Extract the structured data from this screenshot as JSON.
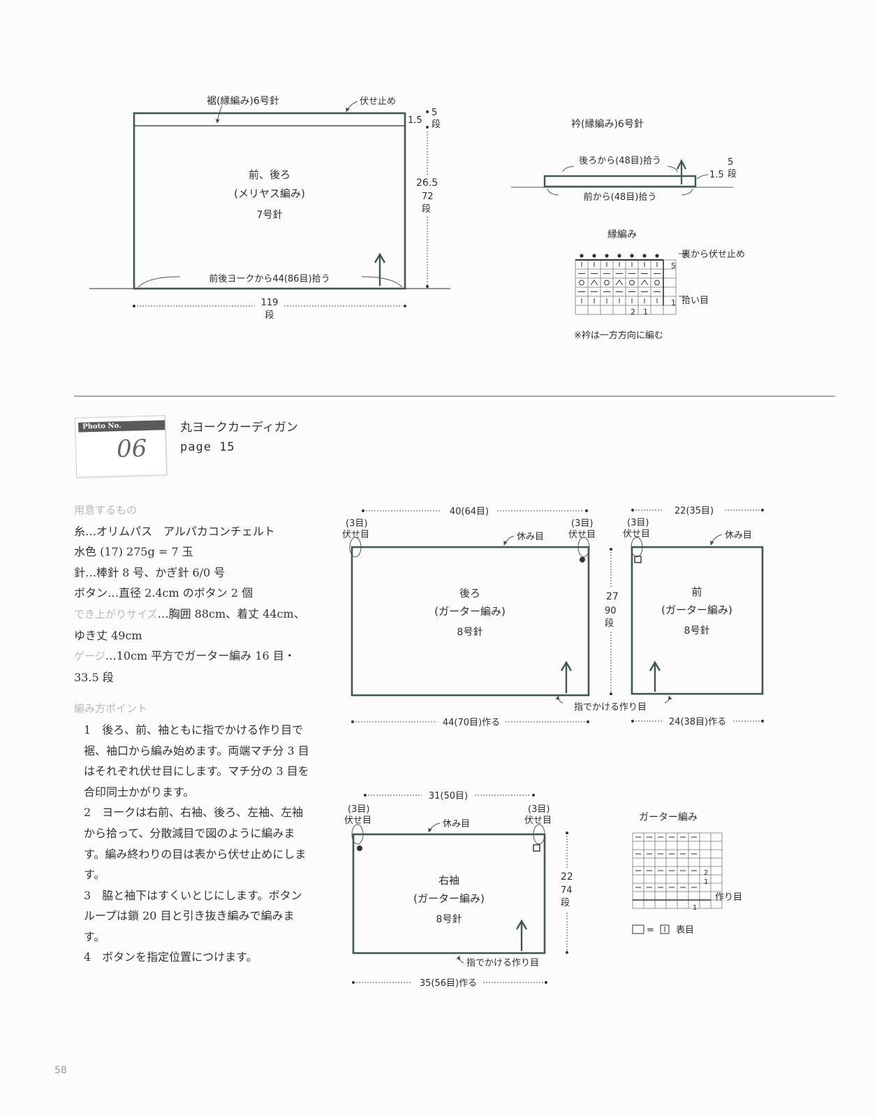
{
  "top": {
    "body": {
      "title": "裾(縁編み)6号針",
      "bindoff": "伏せ止め",
      "dim_border": "1.5",
      "dim_border_rows": "5",
      "dim_border_rows_unit": "段",
      "dim_height": "26.5",
      "dim_height_rows": "72",
      "dim_height_rows_unit": "段",
      "name": "前、後ろ",
      "stitch": "(メリヤス編み)",
      "needle": "7号針",
      "pickup": "前後ヨークから44(86目)拾う",
      "width_rows": "119",
      "width_rows_unit": "段"
    },
    "collar": {
      "title": "衿(縁編み)6号針",
      "pickup_back": "後ろから(48目)拾う",
      "pickup_front": "前から(48目)拾う",
      "dim": "1.5",
      "rows": "5",
      "rows_unit": "段"
    },
    "edge_chart": {
      "title": "縁編み",
      "bindoff_note": "裏から伏せ止め",
      "pickup_note": "拾い目",
      "row_5": "5",
      "row_1": "1",
      "col_2": "2",
      "col_1": "1",
      "footnote": "※衿は一方方向に編む"
    }
  },
  "pattern": {
    "photo_label": "Photo No.",
    "photo_number": "06",
    "title": "丸ヨークカーディガン",
    "page_ref": "page 15"
  },
  "materials": {
    "heading": "用意するもの",
    "yarn": "糸…オリムパス　アルパカコンチェルト",
    "color": "水色 (17) 275g = 7 玉",
    "needles": "針…棒針 8 号、かぎ針 6/0 号",
    "buttons": "ボタン…直径 2.4cm のボタン 2 個",
    "size_label": "でき上がりサイズ",
    "size_text": "…胸囲 88cm、着丈 44cm、ゆき丈 49cm",
    "gauge_label": "ゲージ",
    "gauge_text": "…10cm 平方でガーター編み 16 目・33.5 段"
  },
  "points": {
    "heading": "編み方ポイント",
    "p1": "1　後ろ、前、袖ともに指でかける作り目で裾、袖口から編み始めます。両端マチ分 3 目はそれぞれ伏せ目にします。マチ分の 3 目を合印同士かがります。",
    "p2": "2　ヨークは右前、右袖、後ろ、左袖、左袖から拾って、分散減目で図のように編みます。編み終わりの目は表から伏せ止めにします。",
    "p3": "3　脇と袖下はすくいとじにします。ボタンループは鎖 20 目と引き抜き編みで編みます。",
    "p4": "4　ボタンを指定位置につけます。"
  },
  "back": {
    "top_width": "40(64目)",
    "corner_left_a": "(3目)",
    "corner_left_b": "伏せ目",
    "corner_right_a": "(3目)",
    "corner_right_b": "伏せ目",
    "rest": "休み目",
    "name": "後ろ",
    "stitch": "(ガーター編み)",
    "needle": "8号針",
    "height": "27",
    "height_rows": "90",
    "height_rows_unit": "段",
    "caston": "指でかける作り目",
    "bottom_width": "44(70目)作る"
  },
  "front": {
    "top_width": "22(35目)",
    "corner_a": "(3目)",
    "corner_b": "伏せ目",
    "rest": "休み目",
    "name": "前",
    "stitch": "(ガーター編み)",
    "needle": "8号針",
    "bottom_width": "24(38目)作る"
  },
  "sleeve": {
    "top_width": "31(50目)",
    "corner_left_a": "(3目)",
    "corner_left_b": "伏せ目",
    "corner_right_a": "(3目)",
    "corner_right_b": "伏せ目",
    "rest": "休み目",
    "name": "右袖",
    "stitch": "(ガーター編み)",
    "needle": "8号針",
    "height": "22",
    "height_rows": "74",
    "height_rows_unit": "段",
    "caston": "指でかける作り目",
    "bottom_width": "35(56目)作る"
  },
  "garter_chart": {
    "title": "ガーター編み",
    "row_2": "2",
    "row_1": "1",
    "col_1": "1",
    "caston_note": "作り目",
    "legend": "表目"
  },
  "page_number": "58",
  "colors": {
    "line": "#3d5a4d",
    "text": "#2d2d2d",
    "muted": "#b8b8b8"
  }
}
